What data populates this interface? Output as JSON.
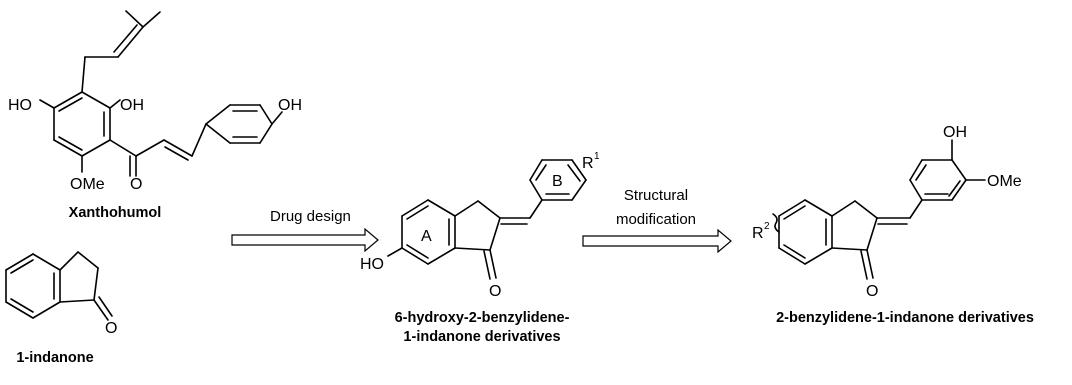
{
  "molecules": {
    "xanthohumol": {
      "name": "Xanthohumol",
      "labels": {
        "ho_left": "HO",
        "oh_mid": "OH",
        "oh_right": "OH",
        "ome": "OMe",
        "carbonyl_o": "O"
      }
    },
    "indanone": {
      "name": "1-indanone",
      "labels": {
        "carbonyl_o": "O"
      }
    },
    "hydroxy_derivative": {
      "name_line1": "6-hydroxy-2-benzylidene-",
      "name_line2": "1-indanone derivatives",
      "labels": {
        "ho": "HO",
        "carbonyl_o": "O",
        "ring_a": "A",
        "ring_b": "B",
        "r1": "R",
        "r1_sup": "1"
      }
    },
    "benzylidene_derivative": {
      "name": "2-benzylidene-1-indanone derivatives",
      "labels": {
        "oh": "OH",
        "ome": "OMe",
        "carbonyl_o": "O",
        "r2": "R",
        "r2_sup": "2"
      }
    }
  },
  "arrows": {
    "design": {
      "label": "Drug design"
    },
    "modification": {
      "label_line1": "Structural",
      "label_line2": "modification"
    }
  }
}
